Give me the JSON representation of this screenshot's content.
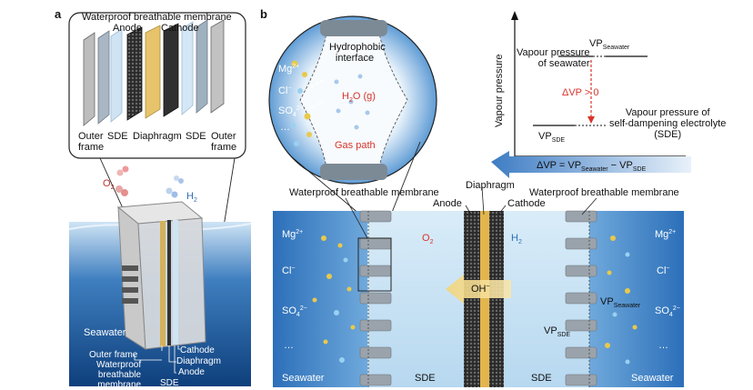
{
  "panel_a": {
    "letter": "a",
    "labels_top": {
      "membrane": "Waterproof breathable membrane",
      "anode": "Anode",
      "cathode": "Cathode"
    },
    "labels_bottom": {
      "outer_frame_1": "Outer",
      "outer_frame_2": "frame",
      "sde_left": "SDE",
      "diaphragm": "Diaphragm",
      "sde_right": "SDE",
      "outer_frame_r1": "Outer",
      "outer_frame_r2": "frame"
    },
    "gases": {
      "o2_main": "O",
      "o2_sub": "2",
      "h2_main": "H",
      "h2_sub": "2"
    },
    "seawater": "Seawater",
    "device_labels": {
      "outer_frame": "Outer frame",
      "membrane_1": "Waterproof",
      "membrane_2": "breathable",
      "membrane_3": "membrane",
      "cathode": "Cathode",
      "diaphragm": "Diaphragm",
      "anode": "Anode",
      "sde": "SDE"
    }
  },
  "panel_b": {
    "letter": "b",
    "bubble": {
      "hydrophobic_1": "Hydrophobic",
      "hydrophobic_2": "interface",
      "h2o_main": "H",
      "h2o_sub": "2",
      "h2o_rest": "O (g)",
      "gas_path": "Gas path",
      "ions": {
        "mg": "Mg",
        "mg_sup": "2+",
        "cl": "Cl",
        "cl_sup": "−",
        "so4": "SO",
        "so4_sub": "4",
        "so4_sup": "2−",
        "dots": "…"
      }
    },
    "graph": {
      "ylabel": "Vapour pressure",
      "vp_seawater_main": "VP",
      "vp_seawater_sub": "Seawater",
      "vp_seawater_desc_1": "Vapour pressure",
      "vp_seawater_desc_2": "of seawater",
      "delta": "ΔVP > 0",
      "vp_sde_main": "VP",
      "vp_sde_sub": "SDE",
      "vp_sde_desc_1": "Vapour pressure of",
      "vp_sde_desc_2": "self-dampening electrolyte",
      "vp_sde_desc_3": "(SDE)",
      "equation_a": "ΔVP = VP",
      "equation_b": "Seawater",
      "equation_c": " − VP",
      "equation_d": "SDE"
    },
    "cell_labels": {
      "membrane_left": "Waterproof breathable membrane",
      "diaphragm": "Diaphragm",
      "anode": "Anode",
      "cathode": "Cathode",
      "membrane_right": "Waterproof breathable membrane"
    },
    "cell": {
      "left_ions": {
        "mg": "Mg",
        "mg_sup": "2+",
        "cl": "Cl",
        "cl_sup": "−",
        "so4": "SO",
        "so4_sub": "4",
        "so4_sup": "2−",
        "dots": "…"
      },
      "right_ions": {
        "mg": "Mg",
        "mg_sup": "2+",
        "cl": "Cl",
        "cl_sup": "−",
        "so4": "SO",
        "so4_sub": "4",
        "so4_sup": "2−",
        "dots": "…"
      },
      "o2_main": "O",
      "o2_sub": "2",
      "h2_main": "H",
      "h2_sub": "2",
      "oh": "OH",
      "oh_sup": "−",
      "vp_sw_main": "VP",
      "vp_sw_sub": "Seawater",
      "vp_sde_main": "VP",
      "vp_sde_sub": "SDE",
      "seawater_left": "Seawater",
      "sde_left": "SDE",
      "sde_right": "SDE",
      "seawater_right": "Seawater"
    },
    "colors": {
      "delta": "#d9342b",
      "gas_path": "#d9342b",
      "water": "#2f6fb8"
    }
  }
}
